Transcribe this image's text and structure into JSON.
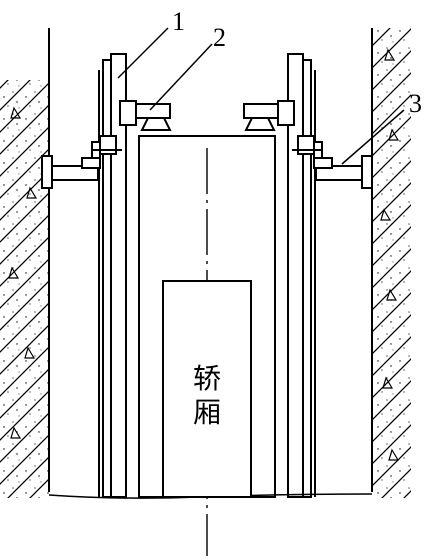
{
  "callouts": [
    {
      "id": "1",
      "text": "1"
    },
    {
      "id": "2",
      "text": "2"
    },
    {
      "id": "3",
      "text": "3"
    }
  ],
  "car_label": {
    "line1": "轿",
    "line2": "厢"
  }
}
